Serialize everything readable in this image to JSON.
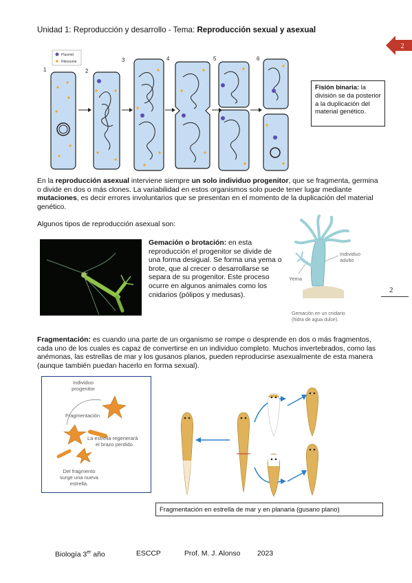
{
  "header": {
    "title_prefix": "Unidad 1: Reproducción y desarrollo - Tema: ",
    "title_bold": "Reproducción sexual y asexual"
  },
  "page_number_tab": "2",
  "page_number_margin": "2",
  "binary_fission": {
    "legend": [
      "Plasmid",
      "Ribosome"
    ],
    "step_numbers": [
      "1",
      "2",
      "3",
      "4",
      "5",
      "6"
    ],
    "callout_bold": "Fisión binaria:",
    "callout_text": " la división se da posterior a la duplicación del material genético."
  },
  "asexual_paragraph": {
    "p1": "En la ",
    "b1": "reproducción asexual",
    "p2": " interviene siempre ",
    "b2": "un solo individuo progenitor",
    "p3": ", que se fragmenta, germina o divide en dos o más clones. La variabilidad en estos organismos solo puede tener lugar mediante ",
    "b3": "mutaciones",
    "p4": ", es decir errores involuntarios que se presentan en el momento de la duplicación del material genético."
  },
  "types_intro": "Algunos tipos de reproducción asexual son:",
  "budding": {
    "bold": "Gemación o brotación:",
    "text": " en esta reproducción el progenitor se divide de una forma desigual. Se forma una yema o brote, que al crecer o desarrollarse se separa de su progenitor. Este proceso ocurre en algunos animales como los cnidarios (pólipos y medusas).",
    "diagram_labels": {
      "adult": "Individuo adulto",
      "bud": "Yema",
      "caption": "Gemación en un cnidario (hidra de agua dulce)."
    }
  },
  "fragmentation": {
    "bold": "Fragmentación:",
    "text": " es cuando una parte de un organismo se rompe o desprende en dos o más fragmentos, cada uno de los cuales es capaz de convertirse en un individuo completo. Muchos invertebrados, como las anémonas, las estrellas de mar y los gusanos planos, pueden reproducirse asexualmente de esta manera (aunque también puedan hacerlo en forma sexual).",
    "starfish_labels": {
      "parent": "Individuo progenitor",
      "fragmentation": "Fragmentación",
      "regen": "La estrella regenerará el brazo perdido.",
      "new": "Del fragmento surge una nueva estrella."
    },
    "caption": "Fragmentación en estrella de mar y en planaria (gusano plano)"
  },
  "footer": {
    "subject": "Biología 3",
    "subject_sup": "er",
    "subject_suffix": " año",
    "school": "ESCCP",
    "teacher": "Prof. M. J. Alonso",
    "year": "2023"
  },
  "colors": {
    "tab_red": "#c0392b",
    "cell_blue": "#c6dcf2",
    "dot_orange": "#f0a52a",
    "star_orange": "#e8912e",
    "planaria_gold": "#e0b25a",
    "hydra_teal": "#9cd0d6",
    "arrow_blue": "#2a7fc7",
    "box_blue": "#1f3d8a"
  }
}
